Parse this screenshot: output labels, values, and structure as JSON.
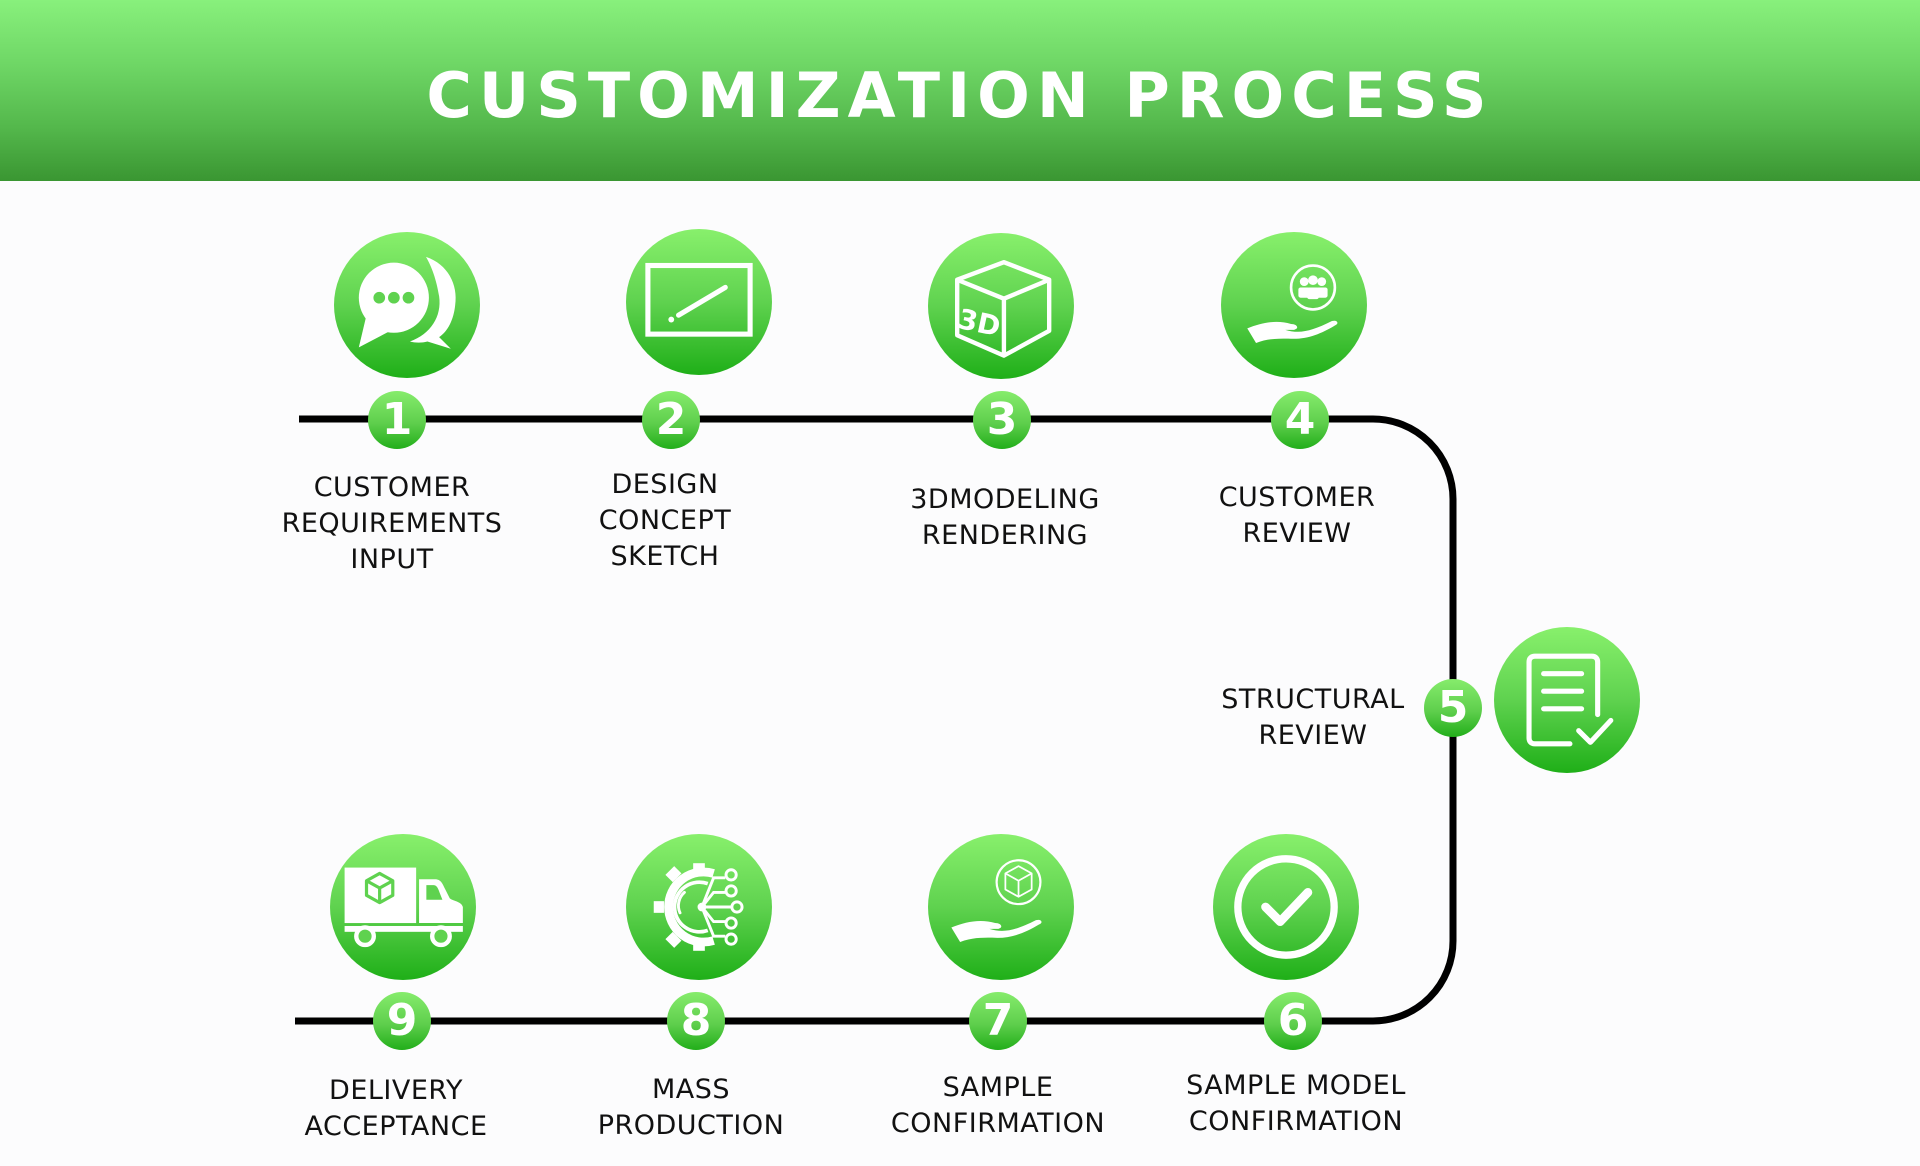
{
  "header": {
    "title": "CUSTOMIZATION PROCESS"
  },
  "colors": {
    "header_top": "#88f07c",
    "header_bottom": "#3a9632",
    "icon_top": "#88f06c",
    "icon_bottom": "#1faf18",
    "track": "#000000",
    "label_text": "#111111",
    "background": "#fcfcfd"
  },
  "steps": [
    {
      "number": "1",
      "icon": "chat-bubbles-icon",
      "lines": [
        "CUSTOMER",
        "REQUIREMENTS",
        "INPUT"
      ]
    },
    {
      "number": "2",
      "icon": "sketch-board-icon",
      "lines": [
        "DESIGN",
        "CONCEPT",
        "SKETCH"
      ]
    },
    {
      "number": "3",
      "icon": "3d-cube-icon",
      "lines": [
        "3DMODELING",
        "RENDERING"
      ]
    },
    {
      "number": "4",
      "icon": "hand-people-icon",
      "lines": [
        "CUSTOMER",
        "REVIEW"
      ]
    },
    {
      "number": "5",
      "icon": "document-check-icon",
      "lines": [
        "STRUCTURAL",
        "REVIEW"
      ]
    },
    {
      "number": "6",
      "icon": "check-circle-icon",
      "lines": [
        "SAMPLE MODEL",
        "CONFIRMATION"
      ]
    },
    {
      "number": "7",
      "icon": "hand-box-icon",
      "lines": [
        "SAMPLE",
        "CONFIRMATION"
      ]
    },
    {
      "number": "8",
      "icon": "gear-network-icon",
      "lines": [
        "MASS",
        "PRODUCTION"
      ]
    },
    {
      "number": "9",
      "icon": "delivery-truck-icon",
      "lines": [
        "DELIVERY",
        "ACCEPTANCE"
      ]
    }
  ],
  "cube_text": "3D"
}
